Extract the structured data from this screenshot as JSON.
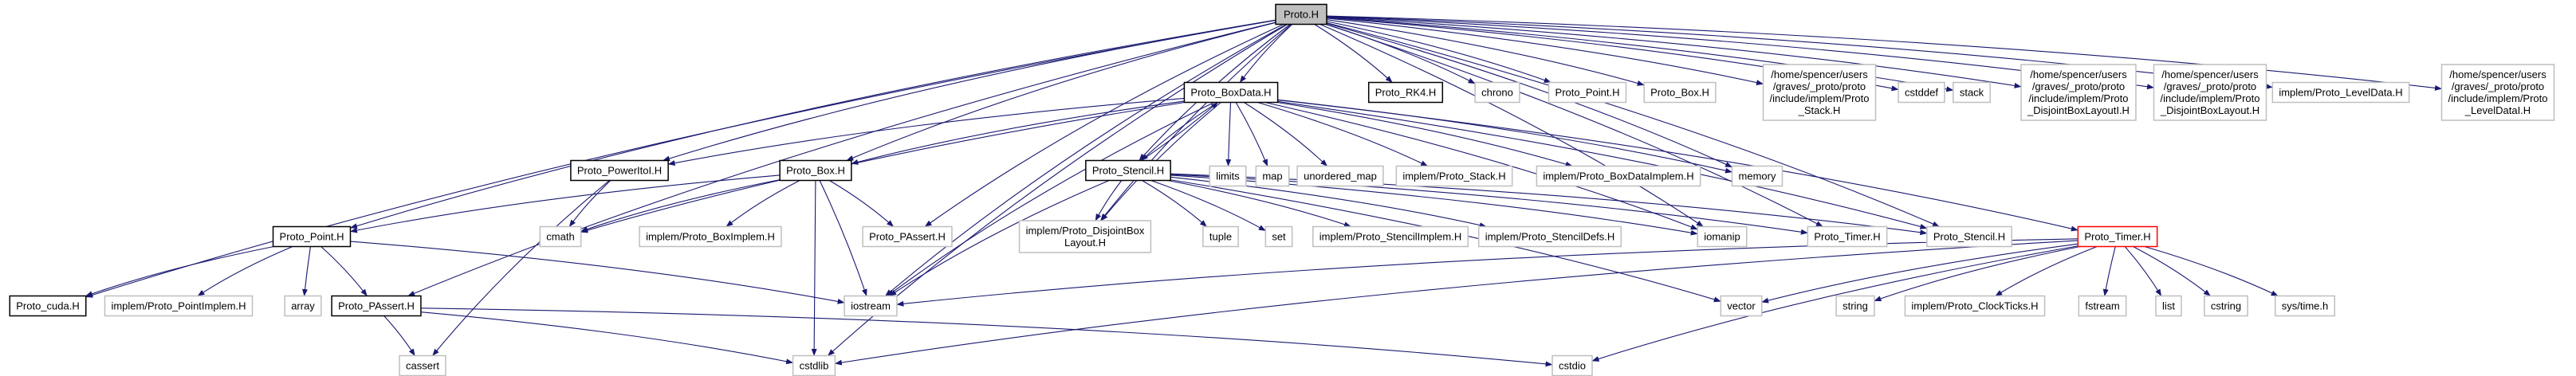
{
  "graph": {
    "root": "Proto.H",
    "colors": {
      "edge": "#191970",
      "node_fill": "#ffffff",
      "root_fill": "#bfbfbf",
      "border_documented": "#000000",
      "border_external": "#bfbfbf",
      "border_truncated": "#ff0000"
    },
    "nodes": [
      {
        "id": "proto_h",
        "lines": [
          "Proto.H"
        ],
        "kind": "root"
      },
      {
        "id": "boxdata",
        "lines": [
          "Proto_BoxData.H"
        ],
        "kind": "doc"
      },
      {
        "id": "rk4",
        "lines": [
          "Proto_RK4.H"
        ],
        "kind": "doc"
      },
      {
        "id": "chrono",
        "lines": [
          "chrono"
        ],
        "kind": "ext"
      },
      {
        "id": "point_top",
        "lines": [
          "Proto_Point.H"
        ],
        "kind": "ext"
      },
      {
        "id": "box_top",
        "lines": [
          "Proto_Box.H"
        ],
        "kind": "ext"
      },
      {
        "id": "stack_path",
        "lines": [
          "/home/spencer/users",
          "/graves/_proto/proto",
          "/include/implem/Proto",
          "_Stack.H"
        ],
        "kind": "ext"
      },
      {
        "id": "cstddef",
        "lines": [
          "cstddef"
        ],
        "kind": "ext"
      },
      {
        "id": "stack",
        "lines": [
          "stack"
        ],
        "kind": "ext"
      },
      {
        "id": "disjoint_layoutI_path",
        "lines": [
          "/home/spencer/users",
          "/graves/_proto/proto",
          "/include/implem/Proto",
          "_DisjointBoxLayoutI.H"
        ],
        "kind": "ext"
      },
      {
        "id": "disjoint_layout_path",
        "lines": [
          "/home/spencer/users",
          "/graves/_proto/proto",
          "/include/implem/Proto",
          "_DisjointBoxLayout.H"
        ],
        "kind": "ext"
      },
      {
        "id": "leveldata",
        "lines": [
          "implem/Proto_LevelData.H"
        ],
        "kind": "ext"
      },
      {
        "id": "leveldataI_path",
        "lines": [
          "/home/spencer/users",
          "/graves/_proto/proto",
          "/include/implem/Proto",
          "_LevelDataI.H"
        ],
        "kind": "ext"
      },
      {
        "id": "limits",
        "lines": [
          "limits"
        ],
        "kind": "ext"
      },
      {
        "id": "map",
        "lines": [
          "map"
        ],
        "kind": "ext"
      },
      {
        "id": "unordered_map",
        "lines": [
          "unordered_map"
        ],
        "kind": "ext"
      },
      {
        "id": "implem_stack",
        "lines": [
          "implem/Proto_Stack.H"
        ],
        "kind": "ext"
      },
      {
        "id": "implem_boxdata",
        "lines": [
          "implem/Proto_BoxDataImplem.H"
        ],
        "kind": "ext"
      },
      {
        "id": "memory",
        "lines": [
          "memory"
        ],
        "kind": "ext"
      },
      {
        "id": "powerItoI",
        "lines": [
          "Proto_PowerItoI.H"
        ],
        "kind": "doc"
      },
      {
        "id": "box_mid",
        "lines": [
          "Proto_Box.H"
        ],
        "kind": "doc"
      },
      {
        "id": "stencil",
        "lines": [
          "Proto_Stencil.H"
        ],
        "kind": "doc"
      },
      {
        "id": "timer_red",
        "lines": [
          "Proto_Timer.H"
        ],
        "kind": "trunc"
      },
      {
        "id": "point_mid",
        "lines": [
          "Proto_Point.H"
        ],
        "kind": "doc"
      },
      {
        "id": "cmath",
        "lines": [
          "cmath"
        ],
        "kind": "ext"
      },
      {
        "id": "implem_box",
        "lines": [
          "implem/Proto_BoxImplem.H"
        ],
        "kind": "ext"
      },
      {
        "id": "passert_mid",
        "lines": [
          "Proto_PAssert.H"
        ],
        "kind": "ext"
      },
      {
        "id": "implem_disjoint",
        "lines": [
          "implem/Proto_DisjointBox",
          "Layout.H"
        ],
        "kind": "ext"
      },
      {
        "id": "tuple",
        "lines": [
          "tuple"
        ],
        "kind": "ext"
      },
      {
        "id": "set",
        "lines": [
          "set"
        ],
        "kind": "ext"
      },
      {
        "id": "implem_stencil",
        "lines": [
          "implem/Proto_StencilImplem.H"
        ],
        "kind": "ext"
      },
      {
        "id": "implem_stencildefs",
        "lines": [
          "implem/Proto_StencilDefs.H"
        ],
        "kind": "ext"
      },
      {
        "id": "iomanip",
        "lines": [
          "iomanip"
        ],
        "kind": "ext"
      },
      {
        "id": "timer_gray",
        "lines": [
          "Proto_Timer.H"
        ],
        "kind": "ext"
      },
      {
        "id": "stencil_gray",
        "lines": [
          "Proto_Stencil.H"
        ],
        "kind": "ext"
      },
      {
        "id": "cuda",
        "lines": [
          "Proto_cuda.H"
        ],
        "kind": "doc"
      },
      {
        "id": "implem_point",
        "lines": [
          "implem/Proto_PointImplem.H"
        ],
        "kind": "ext"
      },
      {
        "id": "array",
        "lines": [
          "array"
        ],
        "kind": "ext"
      },
      {
        "id": "passert_doc",
        "lines": [
          "Proto_PAssert.H"
        ],
        "kind": "doc"
      },
      {
        "id": "iostream",
        "lines": [
          "iostream"
        ],
        "kind": "ext"
      },
      {
        "id": "vector",
        "lines": [
          "vector"
        ],
        "kind": "ext"
      },
      {
        "id": "string",
        "lines": [
          "string"
        ],
        "kind": "ext"
      },
      {
        "id": "clockticks",
        "lines": [
          "implem/Proto_ClockTicks.H"
        ],
        "kind": "ext"
      },
      {
        "id": "fstream",
        "lines": [
          "fstream"
        ],
        "kind": "ext"
      },
      {
        "id": "list",
        "lines": [
          "list"
        ],
        "kind": "ext"
      },
      {
        "id": "cstring",
        "lines": [
          "cstring"
        ],
        "kind": "ext"
      },
      {
        "id": "systime",
        "lines": [
          "sys/time.h"
        ],
        "kind": "ext"
      },
      {
        "id": "cassert",
        "lines": [
          "cassert"
        ],
        "kind": "ext"
      },
      {
        "id": "cstdlib",
        "lines": [
          "cstdlib"
        ],
        "kind": "ext"
      },
      {
        "id": "cstdio",
        "lines": [
          "cstdio"
        ],
        "kind": "ext"
      }
    ],
    "edges": [
      [
        "proto_h",
        "boxdata"
      ],
      [
        "proto_h",
        "rk4"
      ],
      [
        "proto_h",
        "chrono"
      ],
      [
        "proto_h",
        "point_top"
      ],
      [
        "proto_h",
        "box_top"
      ],
      [
        "proto_h",
        "stack_path"
      ],
      [
        "proto_h",
        "cstddef"
      ],
      [
        "proto_h",
        "stack"
      ],
      [
        "proto_h",
        "disjoint_layoutI_path"
      ],
      [
        "proto_h",
        "disjoint_layout_path"
      ],
      [
        "proto_h",
        "leveldata"
      ],
      [
        "proto_h",
        "leveldataI_path"
      ],
      [
        "proto_h",
        "cuda"
      ],
      [
        "proto_h",
        "point_mid"
      ],
      [
        "proto_h",
        "passert_doc"
      ],
      [
        "proto_h",
        "powerItoI"
      ],
      [
        "proto_h",
        "box_mid"
      ],
      [
        "proto_h",
        "passert_mid"
      ],
      [
        "proto_h",
        "stencil"
      ],
      [
        "proto_h",
        "implem_disjoint"
      ],
      [
        "proto_h",
        "memory"
      ],
      [
        "proto_h",
        "iomanip"
      ],
      [
        "proto_h",
        "timer_gray"
      ],
      [
        "proto_h",
        "stencil_gray"
      ],
      [
        "proto_h",
        "cstdlib"
      ],
      [
        "proto_h",
        "iostream"
      ],
      [
        "boxdata",
        "limits"
      ],
      [
        "boxdata",
        "map"
      ],
      [
        "boxdata",
        "unordered_map"
      ],
      [
        "boxdata",
        "implem_stack"
      ],
      [
        "boxdata",
        "implem_boxdata"
      ],
      [
        "boxdata",
        "memory"
      ],
      [
        "boxdata",
        "powerItoI"
      ],
      [
        "boxdata",
        "box_mid"
      ],
      [
        "boxdata",
        "stencil"
      ],
      [
        "boxdata",
        "timer_red"
      ],
      [
        "boxdata",
        "cmath"
      ],
      [
        "boxdata",
        "implem_disjoint"
      ],
      [
        "boxdata",
        "iostream"
      ],
      [
        "boxdata",
        "iomanip"
      ],
      [
        "boxdata",
        "stencil_gray"
      ],
      [
        "powerItoI",
        "cmath"
      ],
      [
        "powerItoI",
        "cassert"
      ],
      [
        "box_mid",
        "point_mid"
      ],
      [
        "box_mid",
        "cmath"
      ],
      [
        "box_mid",
        "implem_box"
      ],
      [
        "box_mid",
        "passert_mid"
      ],
      [
        "box_mid",
        "iostream"
      ],
      [
        "box_mid",
        "cstdlib"
      ],
      [
        "stencil",
        "boxdata"
      ],
      [
        "stencil",
        "implem_disjoint"
      ],
      [
        "stencil",
        "tuple"
      ],
      [
        "stencil",
        "set"
      ],
      [
        "stencil",
        "implem_stencil"
      ],
      [
        "stencil",
        "implem_stencildefs"
      ],
      [
        "stencil",
        "iomanip"
      ],
      [
        "stencil",
        "timer_gray"
      ],
      [
        "stencil",
        "stencil_gray"
      ],
      [
        "stencil",
        "vector"
      ],
      [
        "stencil",
        "iostream"
      ],
      [
        "point_mid",
        "cuda"
      ],
      [
        "point_mid",
        "implem_point"
      ],
      [
        "point_mid",
        "array"
      ],
      [
        "point_mid",
        "passert_doc"
      ],
      [
        "point_mid",
        "iostream"
      ],
      [
        "passert_doc",
        "cassert"
      ],
      [
        "passert_doc",
        "cstdlib"
      ],
      [
        "passert_doc",
        "cstdio"
      ],
      [
        "timer_red",
        "iostream"
      ],
      [
        "timer_red",
        "vector"
      ],
      [
        "timer_red",
        "string"
      ],
      [
        "timer_red",
        "clockticks"
      ],
      [
        "timer_red",
        "fstream"
      ],
      [
        "timer_red",
        "list"
      ],
      [
        "timer_red",
        "cstring"
      ],
      [
        "timer_red",
        "systime"
      ],
      [
        "timer_red",
        "cstdlib"
      ],
      [
        "timer_red",
        "cstdio"
      ]
    ]
  }
}
